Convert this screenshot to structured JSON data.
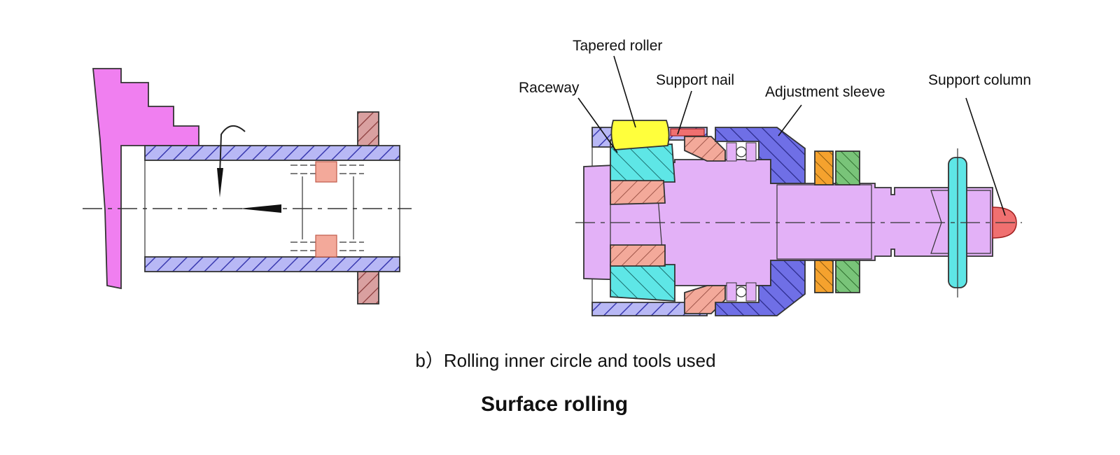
{
  "labels": {
    "tapered_roller": "Tapered roller",
    "raceway": "Raceway",
    "support_nail": "Support nail",
    "adjustment_sleeve": "Adjustment sleeve",
    "support_column": "Support column"
  },
  "caption": "b）Rolling inner circle and tools used",
  "title": "Surface rolling",
  "colors": {
    "magenta": "#f07ff0",
    "pipe_blue": "#b8b8f5",
    "hatch_line": "#3a3ab0",
    "brown_hatch": "#c97a7a",
    "roller_yellow": "#ffff3c",
    "raceway_cyan": "#5ee6e6",
    "salmon": "#f3a99a",
    "body_violet": "#e3b1f7",
    "sleeve_blue": "#6f6fe6",
    "orange": "#f5a22e",
    "green": "#79c479",
    "column_red": "#f07070"
  }
}
